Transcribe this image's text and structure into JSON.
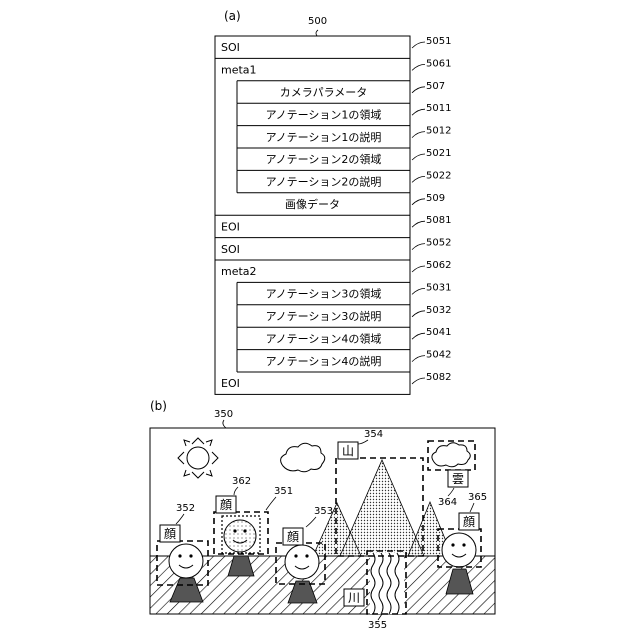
{
  "panels": {
    "a": {
      "label": "(a)",
      "figure_ref": "500",
      "rows": [
        {
          "text": "SOI",
          "ref": "5051",
          "level": 0
        },
        {
          "text": "meta1",
          "ref": "5061",
          "level": 0
        },
        {
          "text": "カメラパラメータ",
          "ref": "507",
          "level": 1
        },
        {
          "text": "アノテーション1の領域",
          "ref": "5011",
          "level": 1
        },
        {
          "text": "アノテーション1の説明",
          "ref": "5012",
          "level": 1
        },
        {
          "text": "アノテーション2の領域",
          "ref": "5021",
          "level": 1
        },
        {
          "text": "アノテーション2の説明",
          "ref": "5022",
          "level": 1
        },
        {
          "text": "画像データ",
          "ref": "509",
          "level": 0
        },
        {
          "text": "EOI",
          "ref": "5081",
          "level": 0
        },
        {
          "text": "SOI",
          "ref": "5052",
          "level": 0
        },
        {
          "text": "meta2",
          "ref": "5062",
          "level": 0
        },
        {
          "text": "アノテーション3の領域",
          "ref": "5031",
          "level": 1
        },
        {
          "text": "アノテーション3の説明",
          "ref": "5032",
          "level": 1
        },
        {
          "text": "アノテーション4の領域",
          "ref": "5041",
          "level": 1
        },
        {
          "text": "アノテーション4の説明",
          "ref": "5042",
          "level": 1
        },
        {
          "text": "EOI",
          "ref": "5082",
          "level": 0
        }
      ]
    },
    "b": {
      "label": "(b)",
      "figure_ref": "350",
      "annotation_labels": {
        "face1": "顔",
        "face2": "顔",
        "face3": "顔",
        "face4": "顔",
        "mountain": "山",
        "cloud": "雲",
        "river": "川"
      },
      "refs": {
        "face1": "352",
        "face2": "362",
        "face2_box": "351",
        "face3": "353",
        "mountain": "354",
        "cloud": "364",
        "face4": "365",
        "river": "355"
      }
    }
  }
}
